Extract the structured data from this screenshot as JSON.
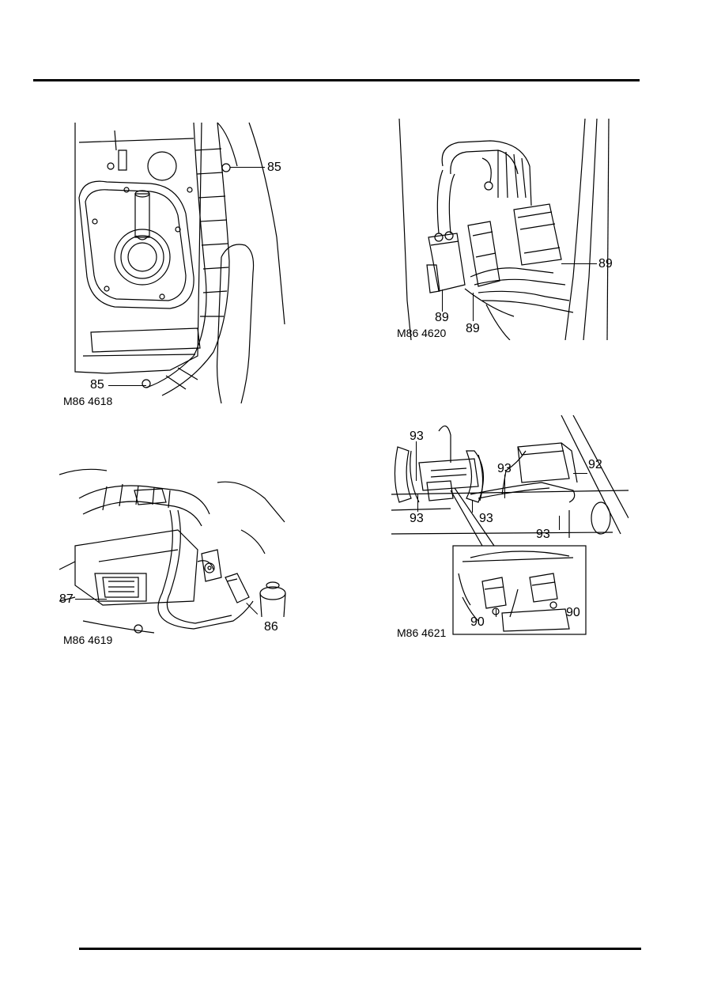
{
  "figures": [
    {
      "id": "M86 4618",
      "callouts": [
        "85",
        "85"
      ]
    },
    {
      "id": "M86 4619",
      "callouts": [
        "87",
        "86"
      ]
    },
    {
      "id": "M86 4620",
      "callouts": [
        "89",
        "89",
        "89"
      ]
    },
    {
      "id": "M86 4621",
      "callouts": [
        "93",
        "93",
        "93",
        "93",
        "93",
        "92",
        "90",
        "90"
      ]
    }
  ]
}
